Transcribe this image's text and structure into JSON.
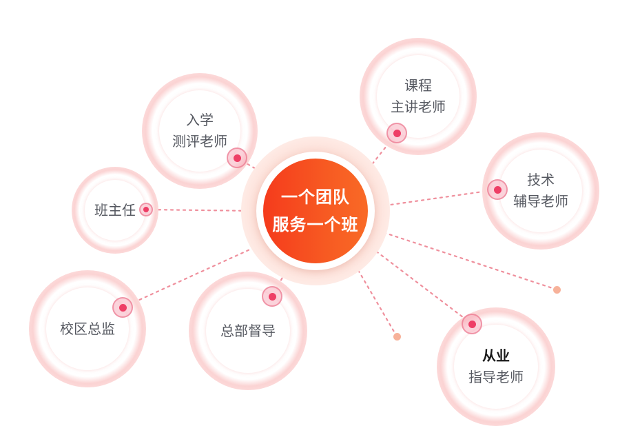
{
  "diagram": {
    "center": {
      "line1": "一个团队",
      "line2": "服务一个班",
      "color": "#f5461e"
    },
    "nodes": [
      {
        "id": "entrance-evaluator",
        "line1": "入学",
        "line2": "测评老师"
      },
      {
        "id": "course-lecturer",
        "line1": "课程",
        "line2": "主讲老师"
      },
      {
        "id": "tech-tutor",
        "line1": "技术",
        "line2": "辅导老师"
      },
      {
        "id": "class-teacher",
        "line1": "班主任"
      },
      {
        "id": "campus-director",
        "line1": "校区总监"
      },
      {
        "id": "hq-supervisor",
        "line1": "总部督导"
      },
      {
        "id": "career-mentor",
        "line1": "从业",
        "line2": "指导老师"
      }
    ],
    "colors": {
      "connector": "#ef8f9c",
      "node_dot": "#ee3e66",
      "ring": "#fbd3d3",
      "end_dot": "#f7b29a"
    }
  }
}
